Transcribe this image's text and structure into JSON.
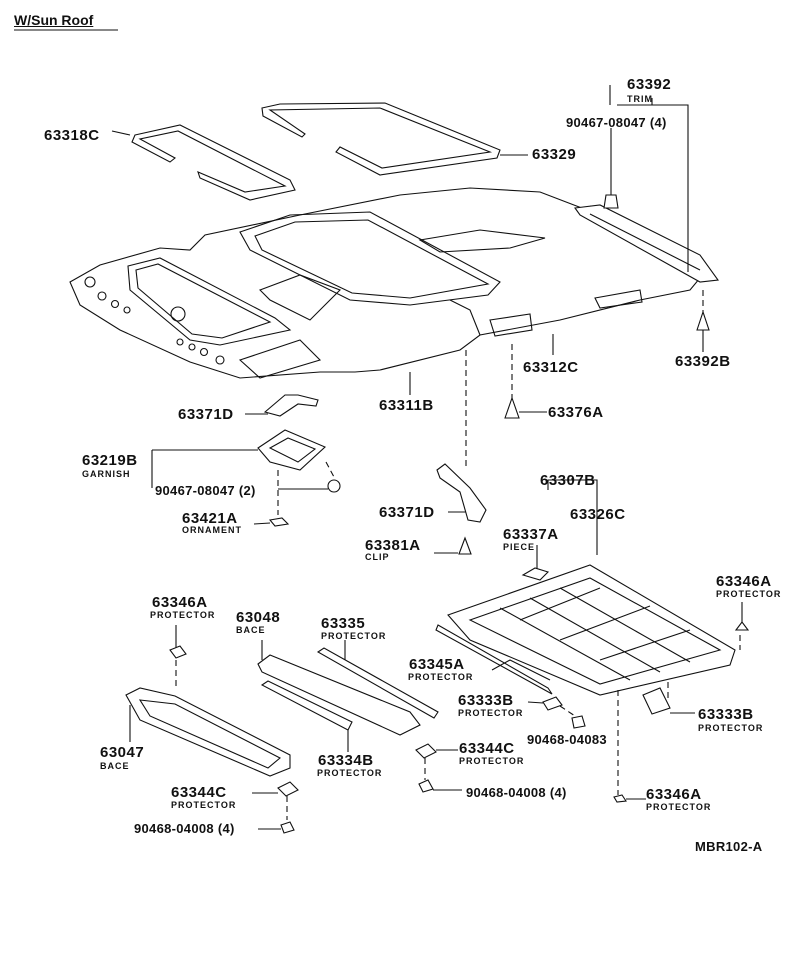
{
  "header": {
    "title": "W/Sun Roof"
  },
  "footer": {
    "code": "MBR102-A"
  },
  "parts": {
    "p63318C": {
      "number": "63318C"
    },
    "p63329": {
      "number": "63329"
    },
    "p63392": {
      "number": "63392",
      "name": "TRIM"
    },
    "p90467_08047_4": {
      "number": "90467-08047 (4)"
    },
    "p63392B": {
      "number": "63392B"
    },
    "p63312C": {
      "number": "63312C"
    },
    "p63311B": {
      "number": "63311B"
    },
    "p63376A": {
      "number": "63376A"
    },
    "p63371D_a": {
      "number": "63371D"
    },
    "p63219B": {
      "number": "63219B",
      "name": "GARNISH"
    },
    "p90467_08047_2": {
      "number": "90467-08047 (2)"
    },
    "p63421A": {
      "number": "63421A",
      "name": "ORNAMENT"
    },
    "p63371D_b": {
      "number": "63371D"
    },
    "p63381A": {
      "number": "63381A",
      "name": "CLIP"
    },
    "p63307B": {
      "number": "63307B"
    },
    "p63337A": {
      "number": "63337A",
      "name": "PIECE"
    },
    "p63326C": {
      "number": "63326C"
    },
    "p63346A_a": {
      "number": "63346A",
      "name": "PROTECTOR"
    },
    "p63346A_b": {
      "number": "63346A",
      "name": "PROTECTOR"
    },
    "p63346A_c": {
      "number": "63346A",
      "name": "PROTECTOR"
    },
    "p63048": {
      "number": "63048",
      "name": "BACE"
    },
    "p63335": {
      "number": "63335",
      "name": "PROTECTOR"
    },
    "p63345A": {
      "number": "63345A",
      "name": "PROTECTOR"
    },
    "p63333B_a": {
      "number": "63333B",
      "name": "PROTECTOR"
    },
    "p63333B_b": {
      "number": "63333B",
      "name": "PROTECTOR"
    },
    "p90468_04083": {
      "number": "90468-04083"
    },
    "p63047": {
      "number": "63047",
      "name": "BACE"
    },
    "p63334B": {
      "number": "63334B",
      "name": "PROTECTOR"
    },
    "p63344C_a": {
      "number": "63344C",
      "name": "PROTECTOR"
    },
    "p63344C_b": {
      "number": "63344C",
      "name": "PROTECTOR"
    },
    "p90468_04008_a": {
      "number": "90468-04008 (4)"
    },
    "p90468_04008_b": {
      "number": "90468-04008 (4)"
    }
  }
}
